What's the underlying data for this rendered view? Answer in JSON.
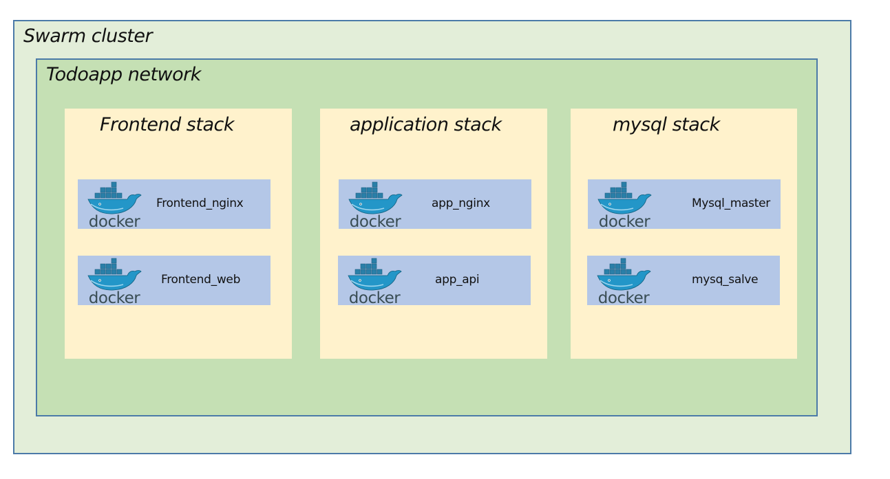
{
  "cluster": {
    "title": "Swarm cluster"
  },
  "network": {
    "title": "Todoapp network"
  },
  "stacks": [
    {
      "title": "Frontend stack",
      "services": [
        {
          "name": "Frontend_nginx",
          "icon": "docker-logo",
          "logo_text": "docker"
        },
        {
          "name": "Frontend_web",
          "icon": "docker-logo",
          "logo_text": "docker"
        }
      ]
    },
    {
      "title": "application stack",
      "services": [
        {
          "name": "app_nginx",
          "icon": "docker-logo",
          "logo_text": "docker"
        },
        {
          "name": "app_api",
          "icon": "docker-logo",
          "logo_text": "docker"
        }
      ]
    },
    {
      "title": "mysql stack",
      "services": [
        {
          "name": "Mysql_master",
          "icon": "docker-logo",
          "logo_text": "docker"
        },
        {
          "name": "mysq_salve",
          "icon": "docker-logo",
          "logo_text": "docker"
        }
      ]
    }
  ],
  "colors": {
    "cluster_fill": "#e3eed9",
    "network_fill": "#c5e0b4",
    "stack_fill": "#fff2cc",
    "service_fill": "#b4c7e7",
    "border": "#4b7aa8",
    "docker_blue": "#2396c8",
    "docker_text": "#394d54"
  }
}
